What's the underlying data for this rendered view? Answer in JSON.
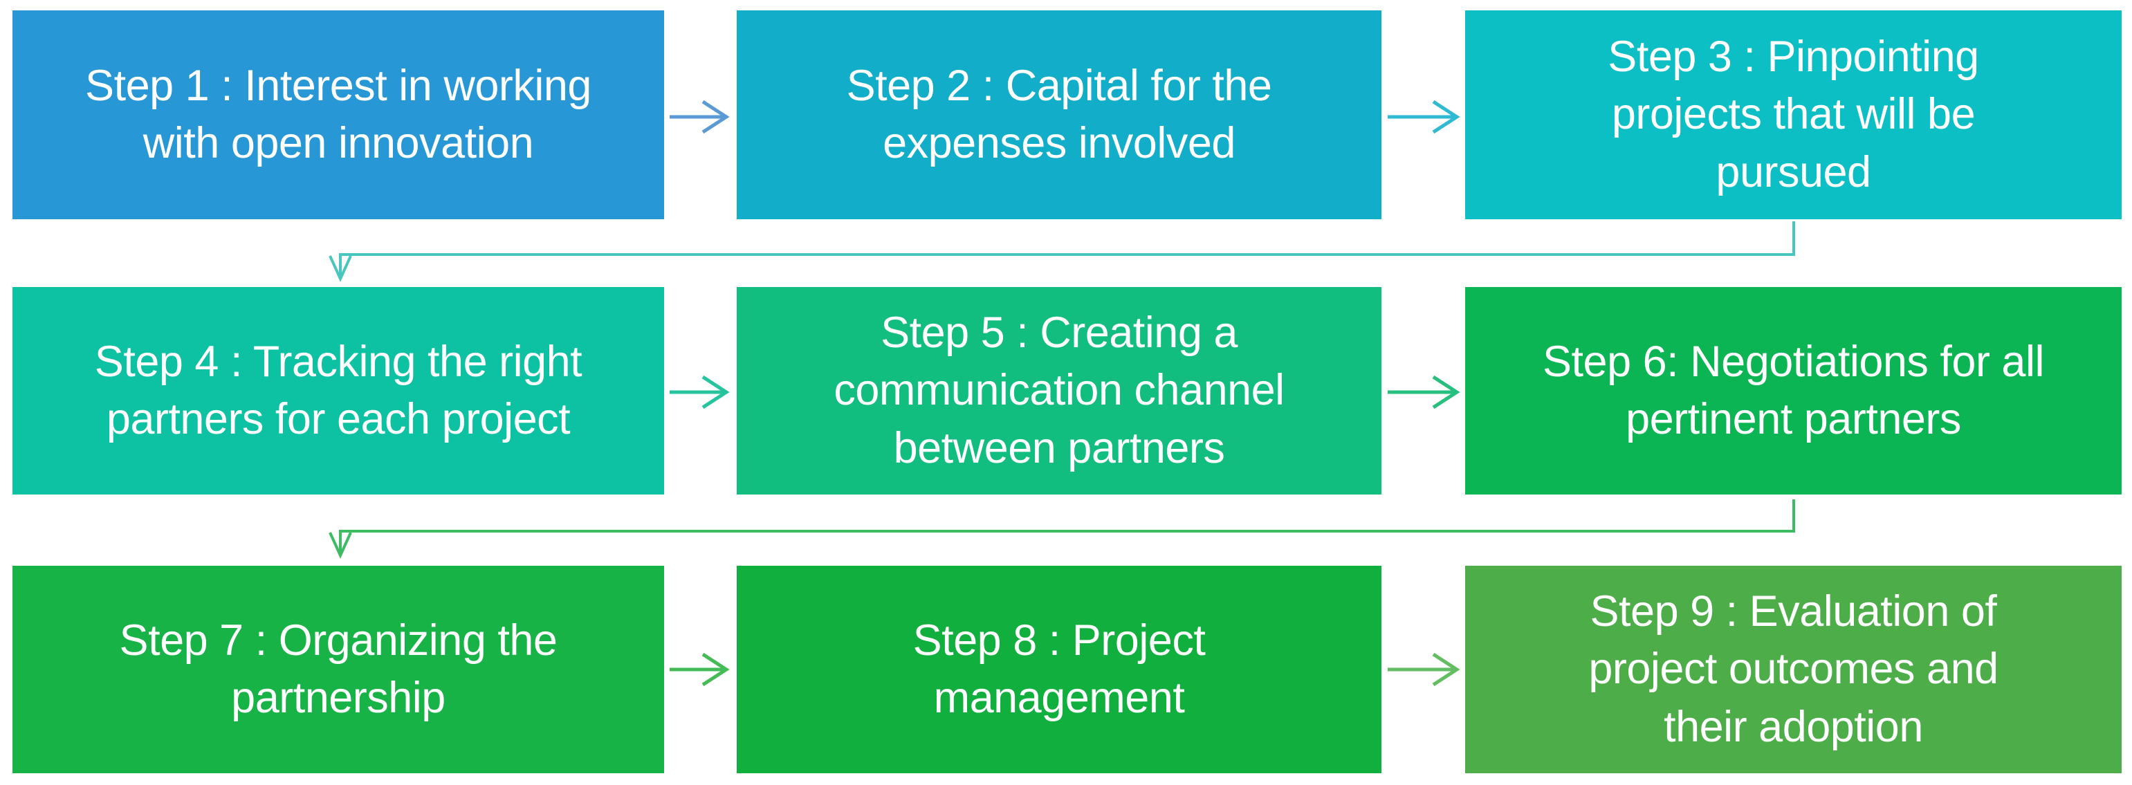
{
  "diagram": {
    "type": "flowchart",
    "background": "#ffffff",
    "text_color": "#ffffff"
  },
  "boxes": [
    {
      "id": "step-1",
      "label": "Step 1 : Interest in working\nwith open innovation",
      "color": "#2797d5"
    },
    {
      "id": "step-2",
      "label": "Step 2 : Capital for the\nexpenses involved",
      "color": "#12adc9"
    },
    {
      "id": "step-3",
      "label": "Step 3 : Pinpointing\nprojects that will be\npursued",
      "color": "#0bbfc4"
    },
    {
      "id": "step-4",
      "label": "Step 4 : Tracking the right\npartners for each project",
      "color": "#0dc1a3"
    },
    {
      "id": "step-5",
      "label": "Step 5 : Creating a\ncommunication channel\nbetween partners",
      "color": "#12bd80"
    },
    {
      "id": "step-6",
      "label": "Step 6: Negotiations for all\npertinent partners",
      "color": "#0cb553"
    },
    {
      "id": "step-7",
      "label": "Step 7 : Organizing the\npartnership",
      "color": "#17b347"
    },
    {
      "id": "step-8",
      "label": "Step 8 : Project\nmanagement",
      "color": "#10af3e"
    },
    {
      "id": "step-9",
      "label": "Step 9 : Evaluation of\nproject outcomes and\ntheir adoption",
      "color": "#4cad49"
    }
  ],
  "connectors": {
    "arrow_1_2": {
      "from": "step-1",
      "to": "step-2",
      "color": "#5b9bd5"
    },
    "arrow_2_3": {
      "from": "step-2",
      "to": "step-3",
      "color": "#2fb9d2"
    },
    "elbow_3_4": {
      "from": "step-3",
      "to": "step-4",
      "color": "#49c6bd"
    },
    "arrow_4_5": {
      "from": "step-4",
      "to": "step-5",
      "color": "#25c49e"
    },
    "arrow_5_6": {
      "from": "step-5",
      "to": "step-6",
      "color": "#26bf7d"
    },
    "elbow_6_7": {
      "from": "step-6",
      "to": "step-7",
      "color": "#3ebc63"
    },
    "arrow_7_8": {
      "from": "step-7",
      "to": "step-8",
      "color": "#45bb57"
    },
    "arrow_8_9": {
      "from": "step-8",
      "to": "step-9",
      "color": "#63be63"
    }
  }
}
